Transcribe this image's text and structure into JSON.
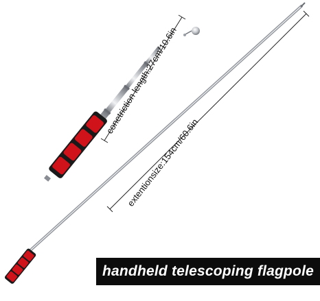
{
  "labels": {
    "contraction_length": "conetriction length:27cm/10.6in",
    "extension_size": "extentionsize:154cm/60.6in",
    "banner": "handheld telescoping flagpole"
  },
  "colors": {
    "background": "#ffffff",
    "handle_foam": "#d0121b",
    "handle_base": "#1a1a1a",
    "pole_metal": "#b9bcc0",
    "banner_bg": "#0c0c0c",
    "banner_text": "#ffffff"
  }
}
